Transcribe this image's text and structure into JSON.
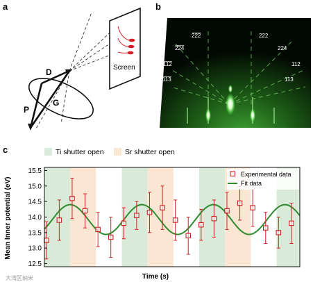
{
  "panels": {
    "a": {
      "label": "a",
      "vectors": [
        "D",
        "G",
        "P"
      ],
      "screen_label": "Screen"
    },
    "b": {
      "label": "b",
      "indices": [
        "222",
        "222",
        "224",
        "224",
        "112",
        "112",
        "113",
        "113"
      ],
      "overline": [
        true,
        false,
        true,
        false,
        true,
        false,
        true,
        false
      ]
    },
    "c": {
      "label": "c"
    }
  },
  "colors": {
    "ti_band": "#d9ead9",
    "sr_band": "#fbe6d4",
    "fit": "#2e8b2e",
    "marker": "#cc2222"
  },
  "watermark": "大湾区纳米",
  "chart_data": {
    "type": "scatter",
    "xlabel": "Time (s)",
    "ylabel": "Mean Inner potential (eV)",
    "ylim": [
      12.4,
      15.6
    ],
    "yticks": [
      "12.5",
      "13.0",
      "13.5",
      "14.0",
      "14.5",
      "15.0",
      "15.5"
    ],
    "ytick_values": [
      12.5,
      13.0,
      13.5,
      14.0,
      14.5,
      15.0,
      15.5
    ],
    "xlim": [
      0,
      19.8
    ],
    "bands": [
      {
        "label": "Ti shutter open",
        "ranges": [
          [
            0,
            2
          ],
          [
            6,
            8
          ],
          [
            12,
            14
          ],
          [
            18,
            19.8
          ]
        ]
      },
      {
        "label": "Sr shutter open",
        "ranges": [
          [
            2,
            4
          ],
          [
            8,
            10
          ],
          [
            14,
            16
          ]
        ]
      }
    ],
    "neutral_ranges": [
      [
        4,
        6
      ],
      [
        10,
        12
      ],
      [
        16,
        18
      ]
    ],
    "legend": [
      "Experimental data",
      "Fit data"
    ],
    "experimental": {
      "x": [
        0,
        1,
        2,
        3,
        4,
        5,
        6,
        7,
        8,
        9,
        10,
        11,
        12,
        13,
        14,
        15,
        16,
        17,
        18,
        19
      ],
      "y": [
        13.25,
        13.9,
        14.6,
        14.2,
        13.6,
        13.35,
        13.8,
        14.05,
        14.15,
        14.3,
        13.9,
        13.4,
        13.75,
        13.95,
        14.2,
        14.45,
        14.3,
        13.65,
        13.5,
        13.8
      ],
      "err": [
        0.6,
        0.65,
        0.65,
        0.55,
        0.55,
        0.65,
        0.5,
        0.45,
        0.65,
        0.7,
        0.65,
        0.6,
        0.5,
        0.6,
        0.6,
        0.55,
        0.6,
        0.5,
        0.5,
        0.65
      ]
    },
    "fit": {
      "mean": 13.92,
      "amplitude": 0.48,
      "period": 5.55,
      "phase_x": 2.0
    }
  }
}
